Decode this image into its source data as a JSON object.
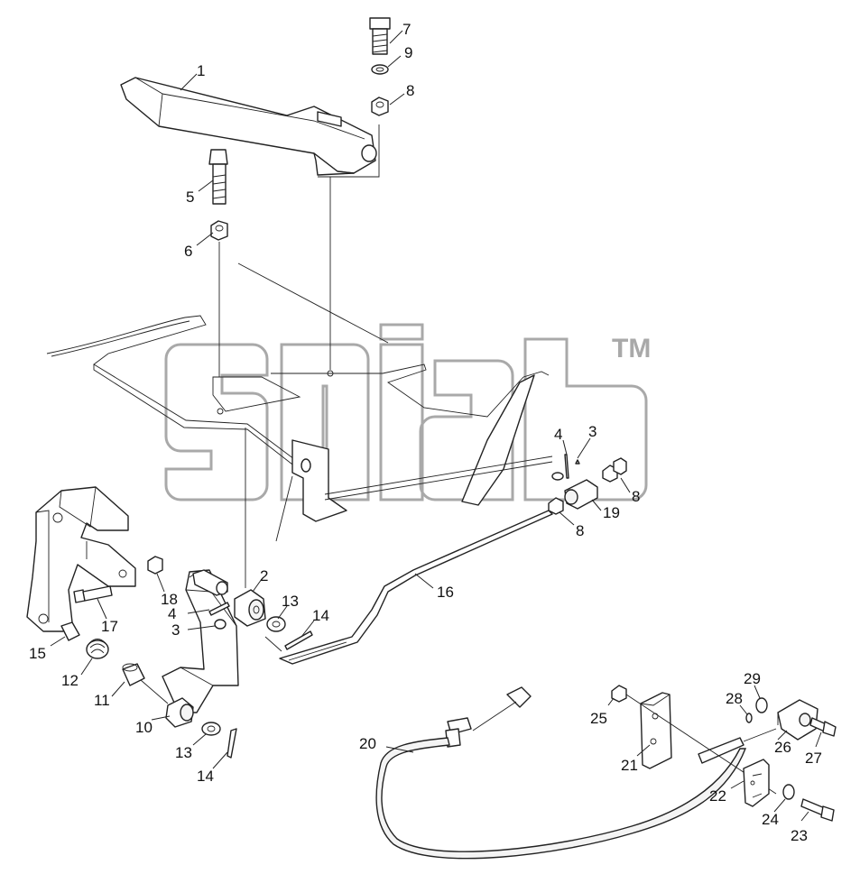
{
  "watermark": {
    "trademark": "TM"
  },
  "callouts": [
    {
      "id": "c1",
      "label": "1"
    },
    {
      "id": "c7",
      "label": "7"
    },
    {
      "id": "c9",
      "label": "9"
    },
    {
      "id": "c8a",
      "label": "8"
    },
    {
      "id": "c5",
      "label": "5"
    },
    {
      "id": "c6",
      "label": "6"
    },
    {
      "id": "c4a",
      "label": "4"
    },
    {
      "id": "c3a",
      "label": "3"
    },
    {
      "id": "c8b",
      "label": "8"
    },
    {
      "id": "c19",
      "label": "19"
    },
    {
      "id": "c8c",
      "label": "8"
    },
    {
      "id": "c2",
      "label": "2"
    },
    {
      "id": "c16",
      "label": "16"
    },
    {
      "id": "c18",
      "label": "18"
    },
    {
      "id": "c17",
      "label": "17"
    },
    {
      "id": "c4b",
      "label": "4"
    },
    {
      "id": "c3b",
      "label": "3"
    },
    {
      "id": "c13a",
      "label": "13"
    },
    {
      "id": "c14a",
      "label": "14"
    },
    {
      "id": "c15",
      "label": "15"
    },
    {
      "id": "c12",
      "label": "12"
    },
    {
      "id": "c11",
      "label": "11"
    },
    {
      "id": "c10",
      "label": "10"
    },
    {
      "id": "c13b",
      "label": "13"
    },
    {
      "id": "c14b",
      "label": "14"
    },
    {
      "id": "c20",
      "label": "20"
    },
    {
      "id": "c25",
      "label": "25"
    },
    {
      "id": "c21",
      "label": "21"
    },
    {
      "id": "c29",
      "label": "29"
    },
    {
      "id": "c28",
      "label": "28"
    },
    {
      "id": "c26",
      "label": "26"
    },
    {
      "id": "c27",
      "label": "27"
    },
    {
      "id": "c22",
      "label": "22"
    },
    {
      "id": "c24",
      "label": "24"
    },
    {
      "id": "c23",
      "label": "23"
    }
  ]
}
